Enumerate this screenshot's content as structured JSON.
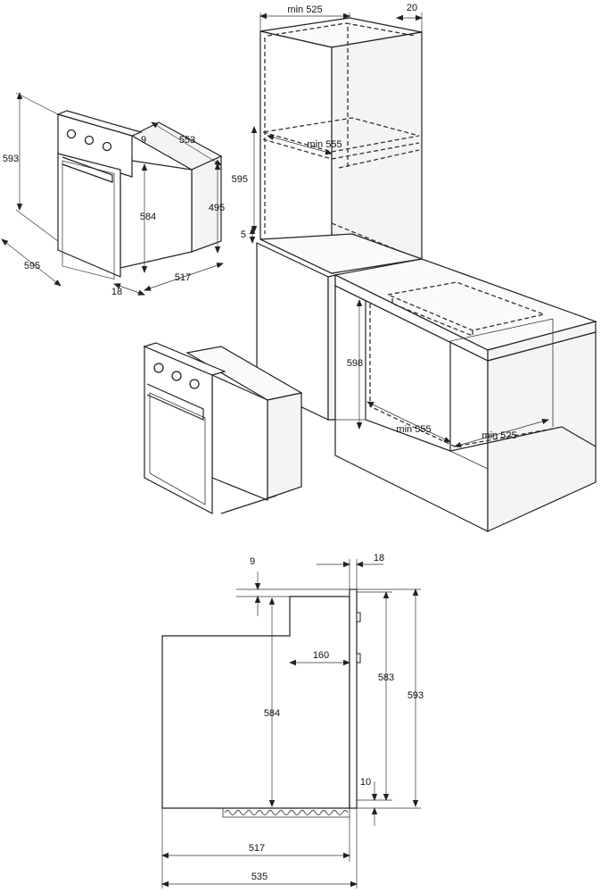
{
  "dimensions": {
    "column_min_depth": "min 525",
    "column_gap": "20",
    "column_min_width": "min 555",
    "column_niche_height": "595",
    "column_clearance": "5",
    "oven_depth": "553",
    "oven_panel_offset": "9",
    "oven_body_height": "584",
    "oven_rear_height": "495",
    "oven_front_height": "593",
    "oven_width": "595",
    "oven_panel_thickness": "18",
    "oven_body_depth": "517",
    "counter_niche_height": "598",
    "counter_min_width": "min 555",
    "counter_min_depth": "min 525",
    "side_offset_top": "9",
    "side_panel_thickness": "18",
    "side_cutout_depth": "160",
    "side_body_height": "584",
    "side_door_height": "583",
    "side_front_height": "593",
    "side_bottom_offset": "10",
    "side_body_depth": "517",
    "side_total_depth": "535"
  }
}
